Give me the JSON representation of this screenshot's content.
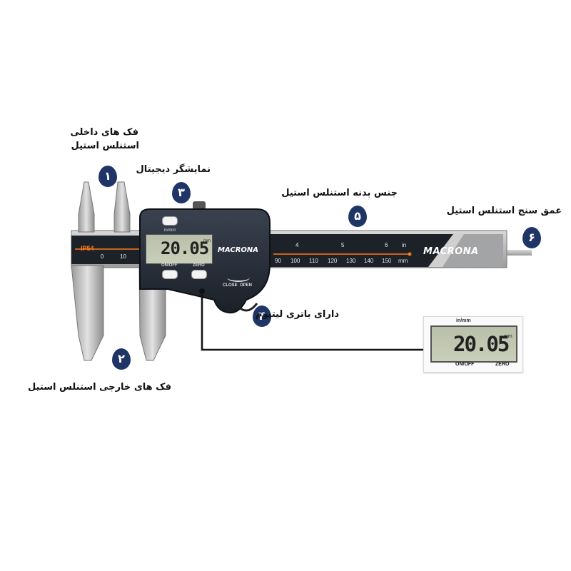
{
  "labels": {
    "inner_jaws": [
      "فک های داخلی",
      "استنلس استیل"
    ],
    "digital_display": "نمایشگر دیجیتال",
    "body_material": "جنس بدنه استنلس استیل",
    "depth_gauge": "عمق سنج  استنلس استیل",
    "battery": "دارای باتری لیتیوم",
    "outer_jaws": "فک های خارجی استنلس استیل"
  },
  "badges": [
    "۱",
    "۲",
    "۳",
    "۴",
    "۵",
    "۶"
  ],
  "caliper": {
    "ip_rating": "IP54",
    "brand_body": "MACRONA",
    "brand_beam": "MACRONA",
    "unit_label": "in/mm",
    "reading": "20.05",
    "unit": "mm",
    "on_off": "ON/OFF",
    "zero": "ZERO",
    "battery_cover": "CLOSE  OPEN",
    "scale_mm": [
      "0",
      "10",
      "90",
      "100",
      "110",
      "120",
      "130",
      "140",
      "150",
      "mm"
    ],
    "scale_in": [
      "4",
      "5",
      "6",
      "in"
    ]
  },
  "zoom_display": {
    "unit_label": "in/mm",
    "reading": "20.05",
    "unit": "mm",
    "on_off": "ON/OFF",
    "zero": "ZERO"
  }
}
